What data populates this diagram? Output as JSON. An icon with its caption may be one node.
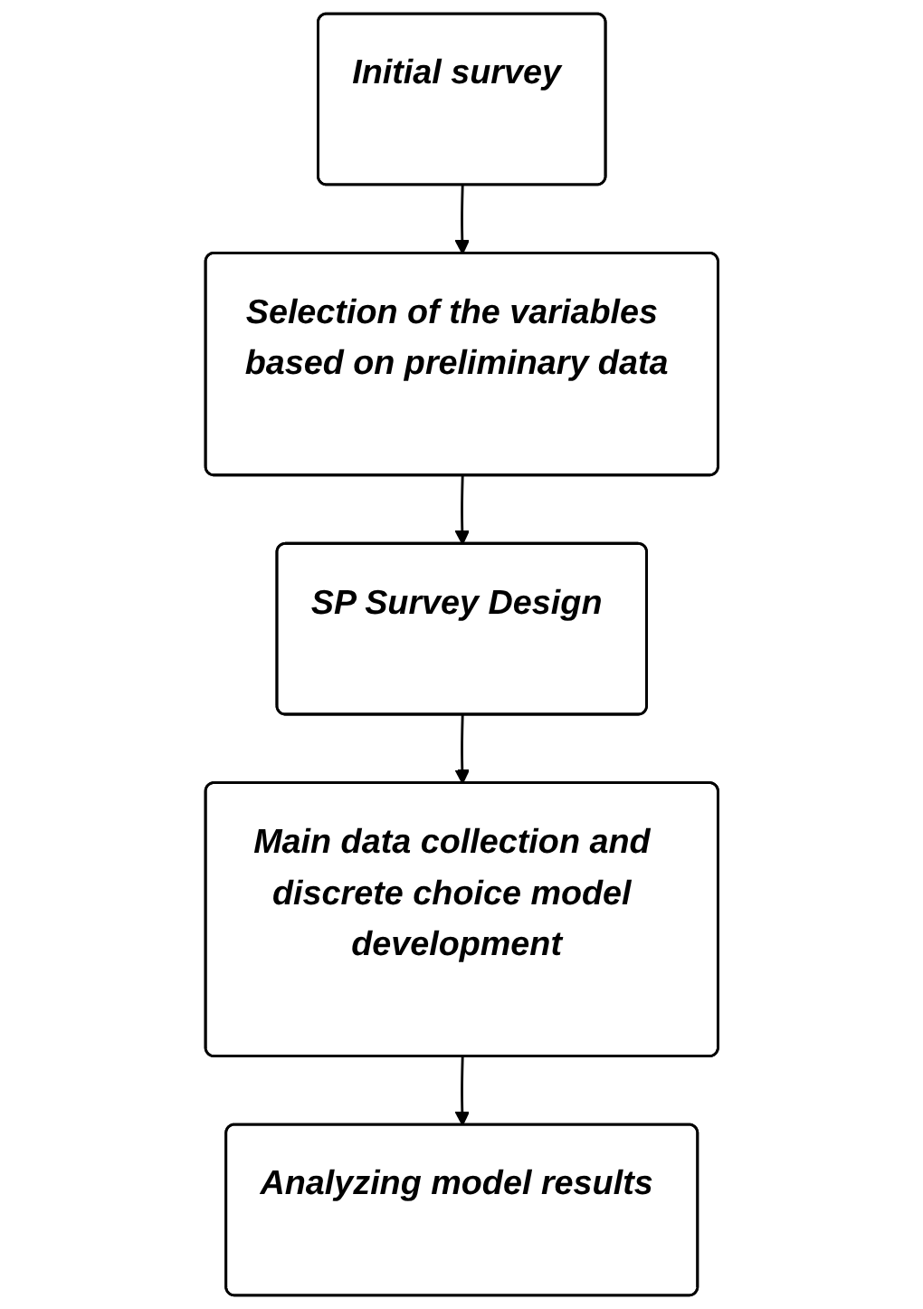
{
  "diagram": {
    "nodes": [
      {
        "text": [
          "Initial survey"
        ]
      },
      {
        "text": [
          "Selection of the variables based on preliminary data"
        ]
      },
      {
        "text": [
          "SP Survey Design"
        ]
      },
      {
        "text": [
          "Main data collection and discrete choice model development"
        ]
      },
      {
        "text": [
          "Analyzing model results"
        ]
      }
    ],
    "edges": [
      {
        "from": 0,
        "to": 1,
        "arrow": "to"
      },
      {
        "from": 1,
        "to": 2,
        "arrow": "to"
      },
      {
        "from": 2,
        "to": 3,
        "arrow": "to"
      },
      {
        "from": 3,
        "to": 4,
        "arrow": "to"
      }
    ]
  }
}
